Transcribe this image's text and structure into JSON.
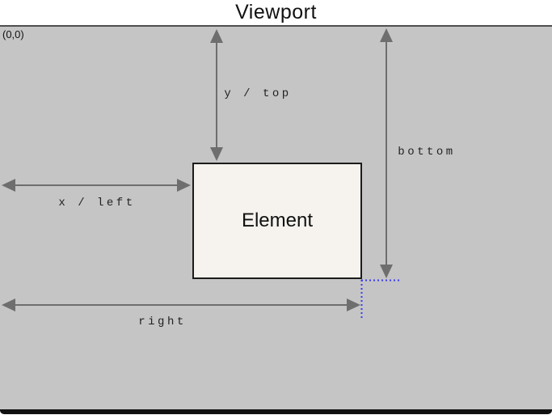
{
  "title": "Viewport",
  "viewport": {
    "origin_label": "(0,0)"
  },
  "element": {
    "label": "Element"
  },
  "measurements": {
    "y_top": {
      "label": "y / top"
    },
    "x_left": {
      "label": "x / left"
    },
    "bottom": {
      "label": "bottom"
    },
    "right": {
      "label": "right"
    }
  },
  "colors": {
    "page_bg": "#ffffff",
    "viewport_fill": "#c5c5c5",
    "viewport_top_border": "#4f4f4f",
    "viewport_bottom_border": "#111111",
    "arrow": "#6e6e6e",
    "element_fill": "#f6f3ee",
    "element_border": "#1c1c1c",
    "guide_dotted": "#3b3bef",
    "title_text": "#111111",
    "measure_text": "#222222"
  }
}
